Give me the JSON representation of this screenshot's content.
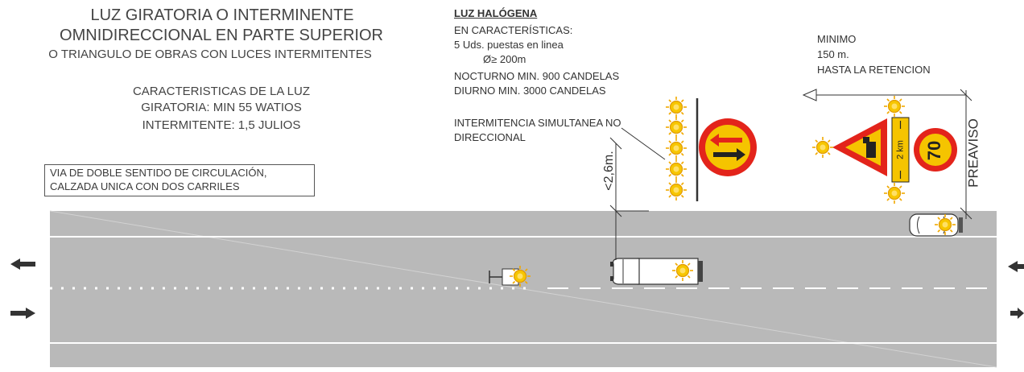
{
  "header": {
    "title_line1": "LUZ GIRATORIA O INTERMINENTE",
    "title_line2": "OMNIDIRECCIONAL EN PARTE SUPERIOR",
    "title_line3": "O TRIANGULO DE OBRAS CON LUCES INTERMITENTES",
    "char_line1": "CARACTERISTICAS DE LA LUZ",
    "char_line2": "GIRATORIA: MIN 55 WATIOS",
    "char_line3": "INTERMITENTE: 1,5 JULIOS"
  },
  "halogen": {
    "heading": "LUZ HALÓGENA",
    "line1": "EN CARACTERÍSTICAS:",
    "line2": "5 Uds. puestas en linea",
    "line3": "Ø≥ 200m",
    "line4": "NOCTURNO MIN. 900 CANDELAS",
    "line5": "DIURNO MIN. 3000 CANDELAS",
    "line6": "INTERMITENCIA SIMULTANEA NO",
    "line7": "DIRECCIONAL"
  },
  "distance": {
    "line1": "MINIMO",
    "line2": "150 m.",
    "line3": "HASTA LA RETENCION",
    "preaviso": "PREAVISO",
    "height": "<2,6m."
  },
  "road_box": {
    "line1": "VIA DE DOBLE SENTIDO DE CIRCULACIÓN,",
    "line2": "CALZADA UNICA CON DOS CARRILES"
  },
  "signs": {
    "speed_limit": "70",
    "panel_text": "2 km"
  },
  "colors": {
    "road": "#b9b9b9",
    "light": "#f7c600",
    "sign_red": "#e3241b",
    "sign_yellow": "#f5c400"
  }
}
